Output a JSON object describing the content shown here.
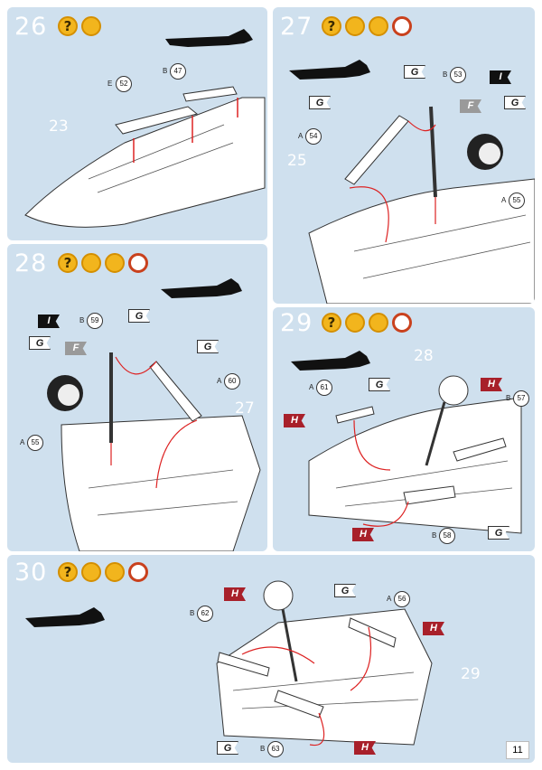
{
  "page_number": "11",
  "steps": [
    {
      "number": "26",
      "icons": [
        "question-icon",
        "glue-icon"
      ],
      "subassembly_label": "23",
      "parts": [
        {
          "letter": "E",
          "num": "52"
        },
        {
          "letter": "B",
          "num": "47"
        }
      ],
      "flags": []
    },
    {
      "number": "27",
      "icons": [
        "question-icon",
        "glue-icon",
        "paint-brush-icon",
        "clock-icon"
      ],
      "subassembly_label": "25",
      "parts": [
        {
          "letter": "B",
          "num": "53"
        },
        {
          "letter": "A",
          "num": "54"
        },
        {
          "letter": "A",
          "num": "55"
        }
      ],
      "flags": [
        "G",
        "G",
        "F",
        "I",
        "G"
      ]
    },
    {
      "number": "28",
      "icons": [
        "question-icon",
        "glue-icon",
        "paint-brush-icon",
        "clock-icon"
      ],
      "subassembly_label": "27",
      "parts": [
        {
          "letter": "B",
          "num": "59"
        },
        {
          "letter": "A",
          "num": "60"
        },
        {
          "letter": "A",
          "num": "55"
        }
      ],
      "flags": [
        "I",
        "G",
        "F",
        "G",
        "G"
      ]
    },
    {
      "number": "29",
      "icons": [
        "question-icon",
        "glue-icon",
        "paint-brush-icon",
        "clock-icon"
      ],
      "subassembly_label": "28",
      "parts": [
        {
          "letter": "A",
          "num": "61"
        },
        {
          "letter": "B",
          "num": "57"
        },
        {
          "letter": "B",
          "num": "58"
        }
      ],
      "flags": [
        "G",
        "H",
        "H",
        "H",
        "G"
      ]
    },
    {
      "number": "30",
      "icons": [
        "question-icon",
        "glue-icon",
        "paint-brush-icon",
        "clock-icon"
      ],
      "subassembly_label": "29",
      "parts": [
        {
          "letter": "B",
          "num": "62"
        },
        {
          "letter": "A",
          "num": "56"
        },
        {
          "letter": "B",
          "num": "63"
        }
      ],
      "flags": [
        "H",
        "G",
        "H",
        "G",
        "H"
      ]
    }
  ]
}
